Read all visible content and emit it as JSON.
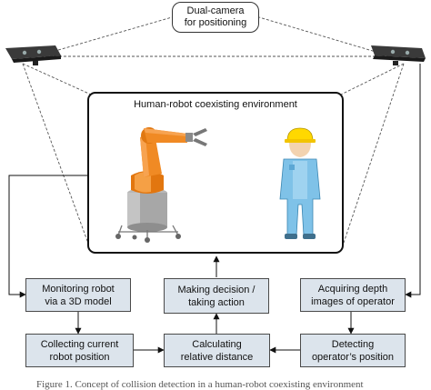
{
  "camera_callout": {
    "line1": "Dual-camera",
    "line2": "for positioning"
  },
  "environment": {
    "title": "Human-robot coexisting environment"
  },
  "boxes": {
    "monitor": {
      "line1": "Monitoring robot",
      "line2": "via a 3D model"
    },
    "decision": {
      "line1": "Making decision /",
      "line2": "taking action"
    },
    "acquire": {
      "line1": "Acquiring depth",
      "line2": "images of operator"
    },
    "collect": {
      "line1": "Collecting current",
      "line2": "robot position"
    },
    "calc": {
      "line1": "Calculating",
      "line2": "relative distance"
    },
    "detect": {
      "line1": "Detecting",
      "line2": "operator’s position"
    }
  },
  "caption": "Figure 1. Concept of collision detection in a human-robot coexisting environment",
  "colors": {
    "box_fill": "#dce4ec",
    "robot": "#f08a24",
    "worker": "#7fc2e8",
    "helmet": "#ffd800"
  },
  "icons": [
    "camera-icon",
    "industrial-robot-icon",
    "worker-icon"
  ]
}
